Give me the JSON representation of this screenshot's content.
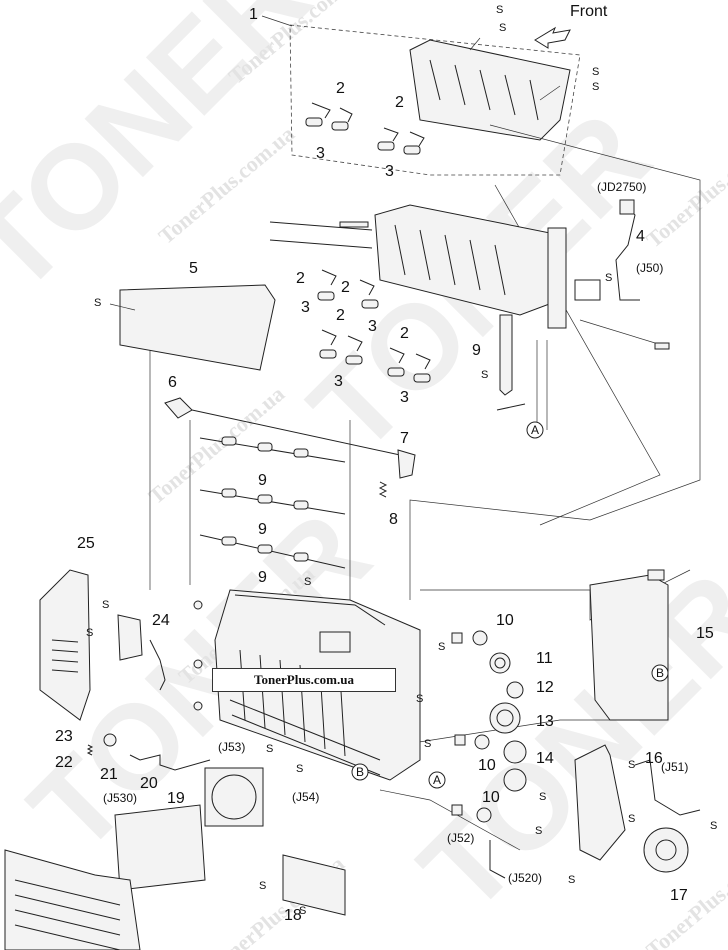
{
  "diagram": {
    "header_label": "Front",
    "caption": "TonerPlus.com.ua",
    "watermark_text": "TonerPlus.com.ua",
    "watermark_logo": "TONER",
    "screw_marker": "S",
    "part_numbers": [
      "1",
      "2",
      "2",
      "3",
      "3",
      "4",
      "5",
      "6",
      "7",
      "8",
      "9",
      "9",
      "9",
      "9",
      "10",
      "10",
      "10",
      "11",
      "12",
      "13",
      "14",
      "15",
      "16",
      "17",
      "18",
      "19",
      "20",
      "21",
      "22",
      "23",
      "24",
      "25",
      "2",
      "2",
      "3",
      "3",
      "2",
      "2",
      "3",
      "3"
    ],
    "connectors": [
      "(JD2750)",
      "(J50)",
      "(J53)",
      "(J54)",
      "(J530)",
      "(J51)",
      "(J52)",
      "(J520)"
    ],
    "reference_marks": [
      "A",
      "A",
      "B",
      "B"
    ]
  }
}
